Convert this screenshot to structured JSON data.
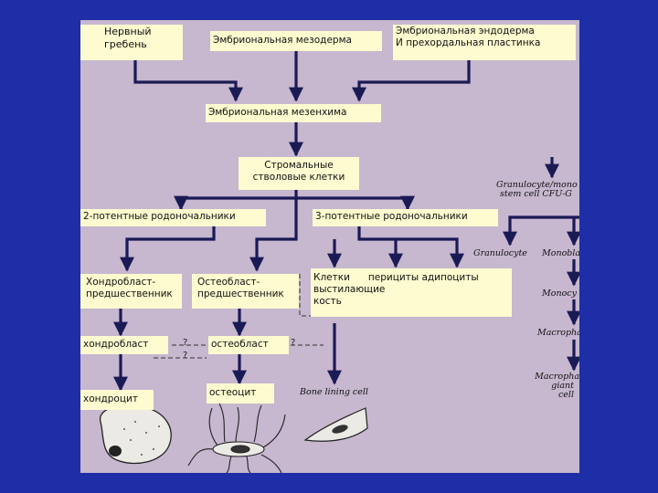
{
  "boxes": {
    "neural_crest": "Нервный\nгребень",
    "emb_mesoderm": "Эмбриональная мезодерма",
    "emb_endoderm_l1": "Эмбриональная эндодерма",
    "emb_endoderm_l2": "И прехордальная пластинка",
    "emb_mesenchyme": "Эмбриональная мезенхима",
    "stromal_stem": "Стромальные\nстволовые клетки",
    "bipotent": "2-потентные родоночальники",
    "tripotent": "3-потентные родоночальники",
    "chondroblast_pre": "Хондробласт-\nпредшественник",
    "osteoblast_pre": "Остеобласт-\nпредшественник",
    "lining_r1": "Клетки      перициты адипоциты",
    "lining_r2": "выстилающие",
    "lining_r3": "кость",
    "chondroblast": "хондробласт",
    "osteoblast": "остеобласт",
    "chondrocyte": "хондроцит",
    "osteocyte": "остеоцит"
  },
  "english_labels": {
    "granulocyte_mono_l1": "Granulocyte/mono",
    "granulocyte_mono_l2": "stem cell CFU-G",
    "granulocyte": "Granulocyte",
    "monoblast": "Monobla",
    "monocyte": "Monocy",
    "macrophage": "Macropha",
    "macrophage_giant_l1": "Macropha",
    "macrophage_giant_l2": "giant",
    "macrophage_giant_l3": "cell",
    "bone_lining_cell": "Bone lining cell"
  },
  "marks": {
    "q1": "?",
    "q2": "?",
    "q3": "?"
  },
  "colors": {
    "background": "#1d2ea6",
    "panel": "#c7b7cf",
    "box": "#fdfbcf",
    "arrow": "#1a1a55"
  }
}
